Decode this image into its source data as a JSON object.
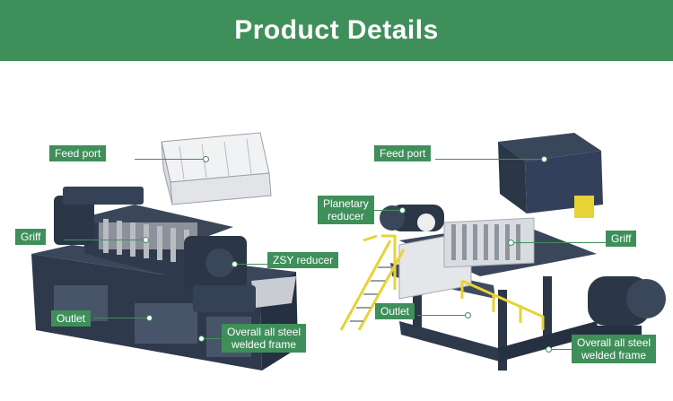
{
  "header": {
    "title": "Product Details"
  },
  "left_machine": {
    "labels": {
      "feed_port": "Feed port",
      "griff": "Griff",
      "zsy_reducer": "ZSY reducer",
      "outlet": "Outlet",
      "frame_line1": "Overall all steel",
      "frame_line2": "welded frame"
    }
  },
  "right_machine": {
    "labels": {
      "feed_port": "Feed port",
      "planetary_line1": "Planetary",
      "planetary_line2": "reducer",
      "griff": "Griff",
      "outlet": "Outlet",
      "frame_line1": "Overall all steel",
      "frame_line2": "welded frame"
    }
  },
  "colors": {
    "banner": "#3f8f5a",
    "label_bg": "#3f8f5a",
    "label_text": "#ffffff",
    "machine_dark": "#2e3a4c",
    "machine_light": "#e6e7ea",
    "railing": "#e7d335"
  }
}
